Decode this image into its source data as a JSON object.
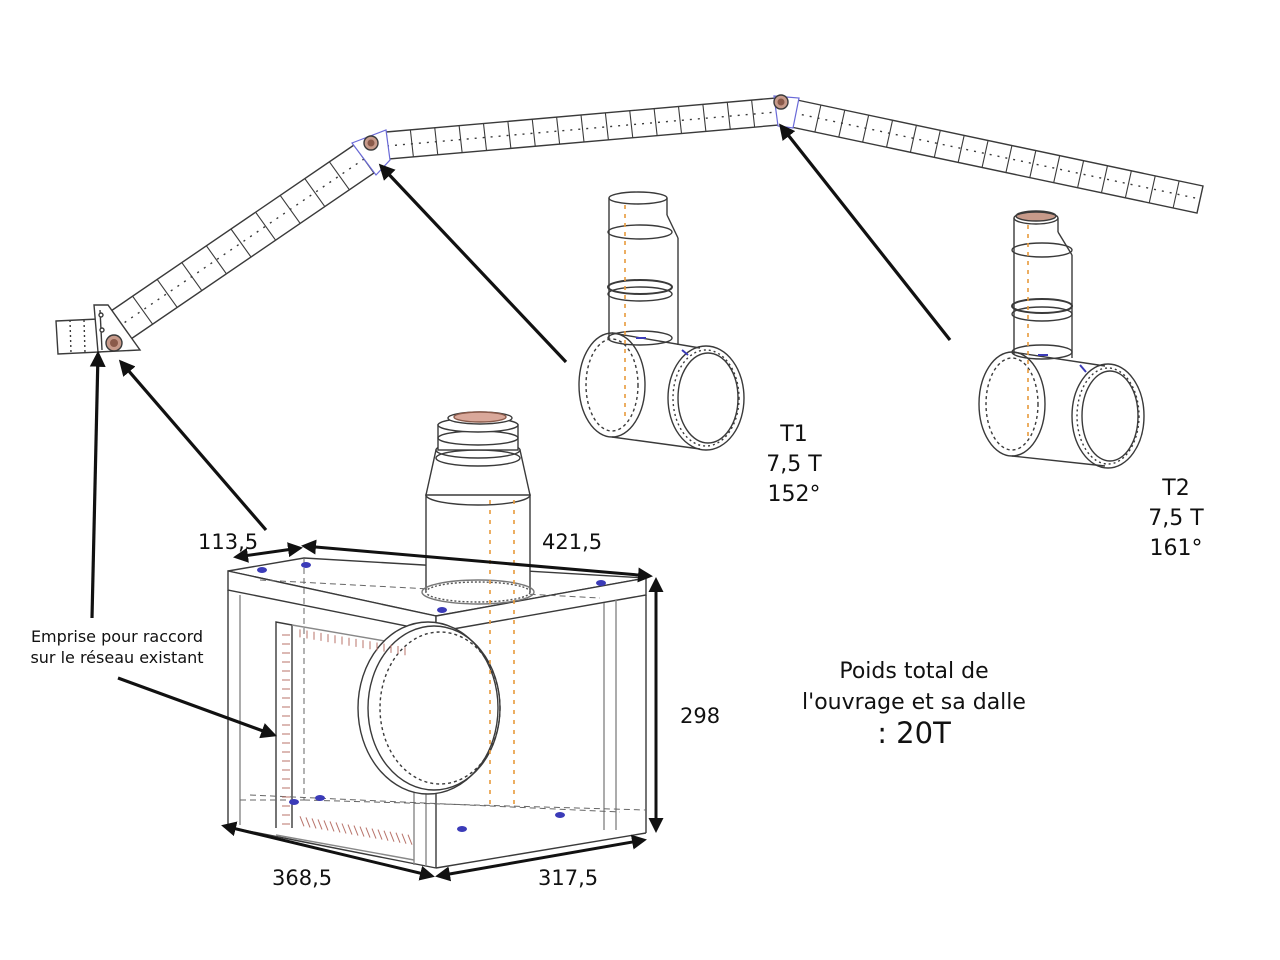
{
  "dimensions": {
    "top_left": "113,5",
    "top_right": "421,5",
    "height": "298",
    "bottom_left": "368,5",
    "bottom_right": "317,5"
  },
  "tees": [
    {
      "name": "T1",
      "weight": "7,5 T",
      "angle": "152°"
    },
    {
      "name": "T2",
      "weight": "7,5 T",
      "angle": "161°"
    }
  ],
  "connection_note": {
    "line1": "Emprise pour raccord",
    "line2": "sur le réseau existant"
  },
  "total_weight": {
    "line1": "Poids total de",
    "line2": "l'ouvrage et sa dalle",
    "value": ": 20T"
  },
  "colors": {
    "line": "#3a3a3a",
    "hidden_line": "#555555",
    "rebar": "#e89a3c",
    "bolt": "#3b3bb8",
    "flange": "#b8736a",
    "arrow": "#111111"
  }
}
